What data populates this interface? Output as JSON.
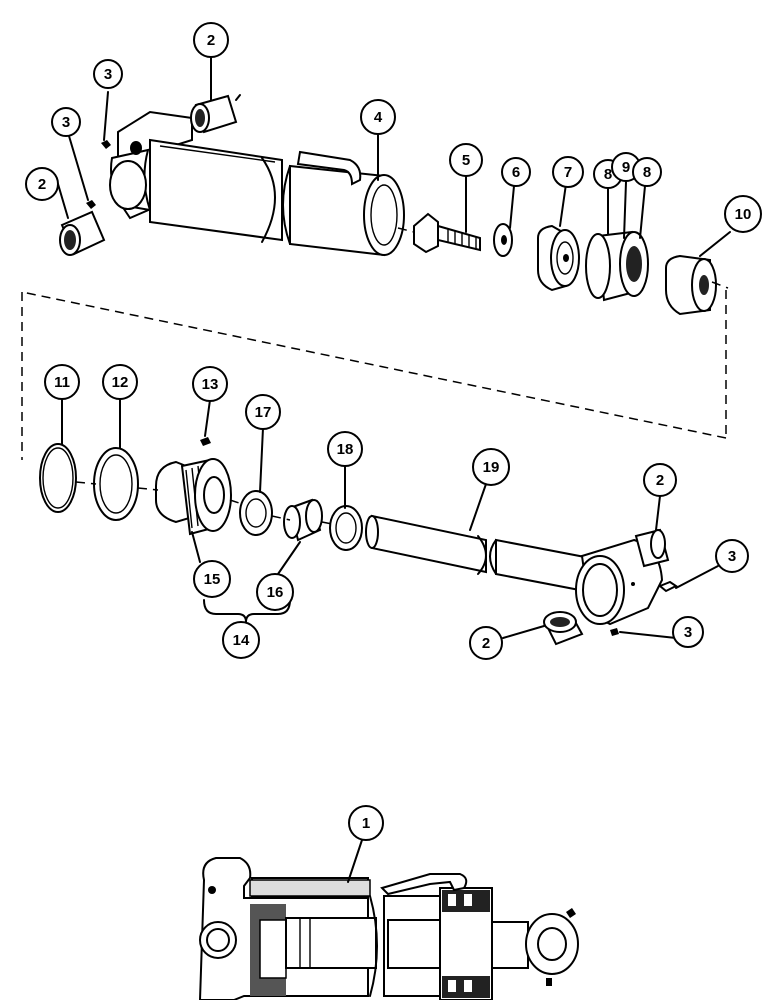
{
  "callouts": {
    "c1": "1",
    "c2a": "2",
    "c2b": "2",
    "c2c": "2",
    "c2d": "2",
    "c3a": "3",
    "c3b": "3",
    "c3c": "3",
    "c3d": "3",
    "c4": "4",
    "c5": "5",
    "c6": "6",
    "c7": "7",
    "c8a": "8",
    "c8b": "8",
    "c9": "9",
    "c10": "10",
    "c11": "11",
    "c12": "12",
    "c13": "13",
    "c14": "14",
    "c15": "15",
    "c16": "16",
    "c17": "17",
    "c18": "18",
    "c19": "19"
  }
}
